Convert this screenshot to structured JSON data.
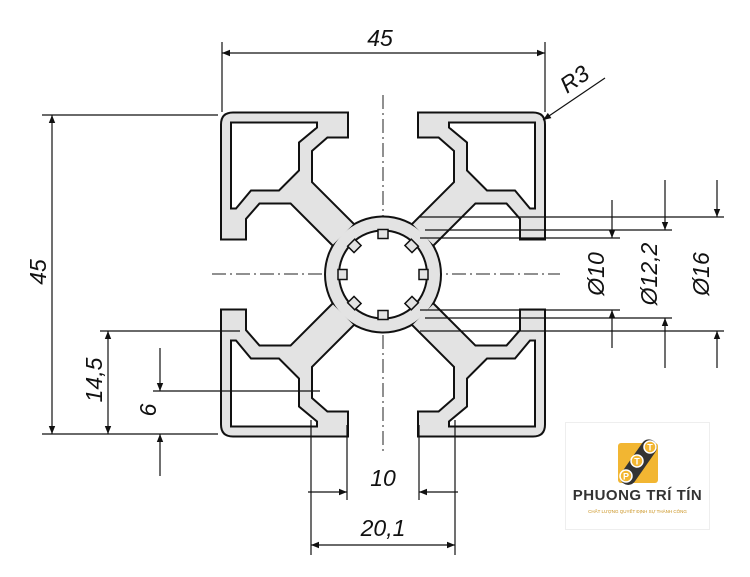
{
  "dimensions": {
    "width_top": "45",
    "radius": "R3",
    "height_left": "45",
    "slot_offset": "14,5",
    "slot_small": "6",
    "slot_opening": "10",
    "slot_inner_width": "20,1",
    "bore_d10": "Ø10",
    "bore_d12": "Ø12,2",
    "bore_d16": "Ø16"
  },
  "logo": {
    "letters": [
      "P",
      "T",
      "T"
    ],
    "name": "PHUONG TRÍ TÍN",
    "slogan": "CHẤT LƯỢNG QUYẾT ĐỊNH SỰ THÀNH CÔNG",
    "colors": {
      "accent": "#f2b632",
      "dark": "#333333"
    }
  }
}
